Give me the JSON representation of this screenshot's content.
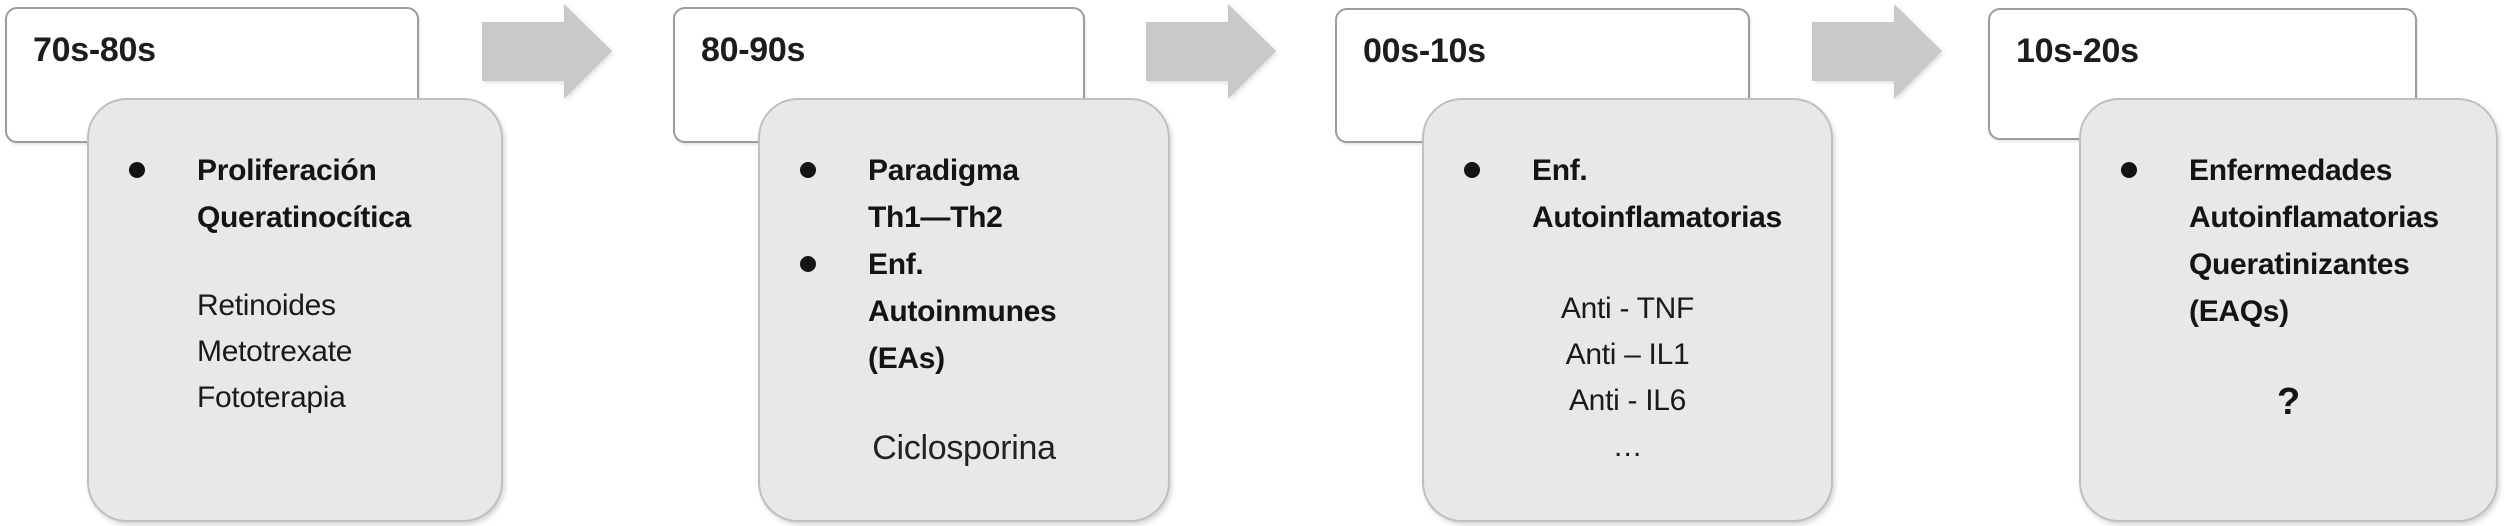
{
  "diagram": {
    "type": "timeline-flow",
    "direction": "left-to-right",
    "topic": "Evolución del tratamiento / paradigmas por décadas"
  },
  "glyphs": {
    "bullet_char": "•"
  },
  "colors": {
    "box-fill": "#e8e8e8",
    "box-border": "#bfbfbf",
    "era-fill": "#ffffff",
    "era-border": "#9c9c9c",
    "arrow-fill": "#c9c9c9",
    "text": "#1a1a1a"
  },
  "stages": [
    {
      "era": "70s-80s",
      "bullets": [
        "Proliferación\nQueratinocítica"
      ],
      "body": "Retinoides\nMetotrexate\nFototerapia",
      "footer": ""
    },
    {
      "era": "80-90s",
      "bullets": [
        "Paradigma\nTh1—Th2",
        "Enf.\nAutoinmunes\n(EAs)"
      ],
      "body": "",
      "footer": "Ciclosporina"
    },
    {
      "era": "00s-10s",
      "bullets": [
        "Enf.\nAutoinflamatorias"
      ],
      "body": "Anti - TNF\nAnti – IL1\nAnti - IL6\n…",
      "footer": ""
    },
    {
      "era": "10s-20s",
      "bullets": [
        "Enfermedades\nAutoinflamatorias\nQueratinizantes\n(EAQs)"
      ],
      "body": "",
      "footer": "?"
    }
  ]
}
